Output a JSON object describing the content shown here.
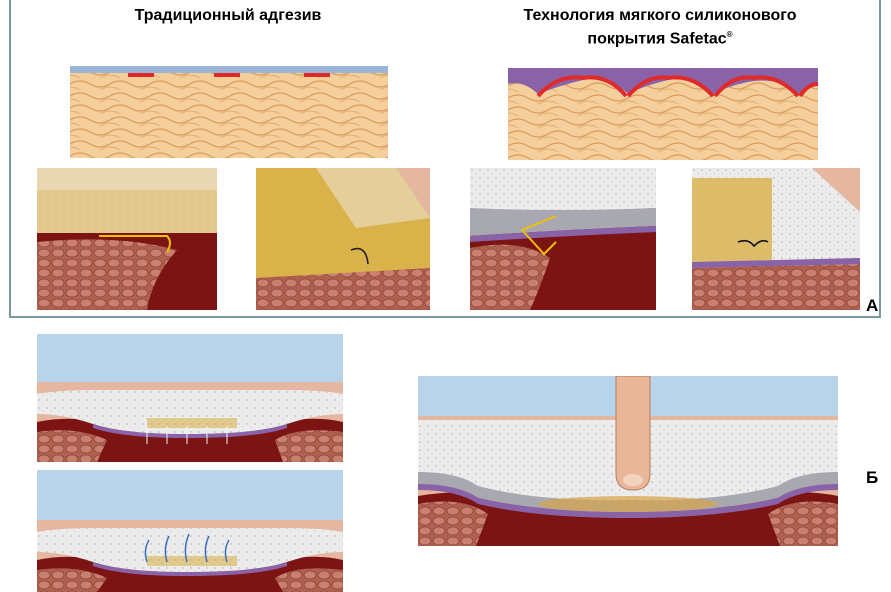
{
  "panel_a": {
    "title_traditional": "Традиционный адгезив",
    "title_safetac_line1": "Технология мягкого силиконового",
    "title_safetac_line2": "покрытия Safetac",
    "title_safetac_mark": "®",
    "label": "А"
  },
  "panel_b": {
    "label": "Б"
  },
  "colors": {
    "frame": "#7a9aa0",
    "skin_cells": "#f0c28a",
    "adhesive_red": "#e02a2a",
    "dressing_blue": "#9ab3d6",
    "silicone_purple": "#8a62a8",
    "wound_red": "#9a1a1a",
    "sky_blue": "#b7d4ea"
  }
}
